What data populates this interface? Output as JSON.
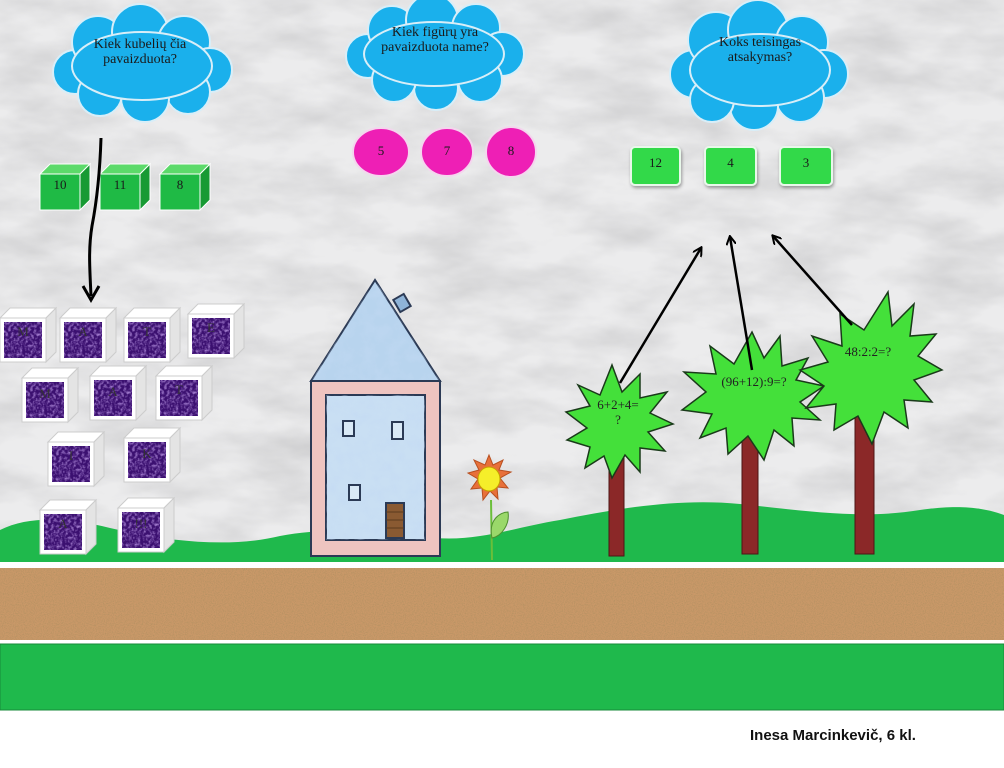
{
  "questions": [
    {
      "text": "Kiek kubelių čia pavaizduota?",
      "answers": [
        "10",
        "11",
        "8"
      ]
    },
    {
      "text": "Kiek figūrų yra pavaizduota name?",
      "answers": [
        "5",
        "7",
        "8"
      ]
    },
    {
      "text": "Koks teisingas atsakymas?",
      "answers": [
        "12",
        "4",
        "3"
      ]
    }
  ],
  "letter_cubes": [
    "M",
    "A",
    "T",
    "E",
    "M",
    "A",
    "T",
    "I",
    "K",
    "A",
    "!!!"
  ],
  "tree_expressions": [
    "6+2+4=\n?",
    "(96+12):9=?",
    "48:2:2=?"
  ],
  "author": "Inesa Marcinkevič, 6 kl.",
  "colors": {
    "cloud": "#1ab0ec",
    "answer_green": "#33d94a",
    "answer_magenta": "#ee1fb5",
    "cube_purple": "#3b1070",
    "grass": "#1fb94c",
    "tree_leaves": "#44e03a",
    "trunk": "#8b2828",
    "ground": "#c99868"
  }
}
